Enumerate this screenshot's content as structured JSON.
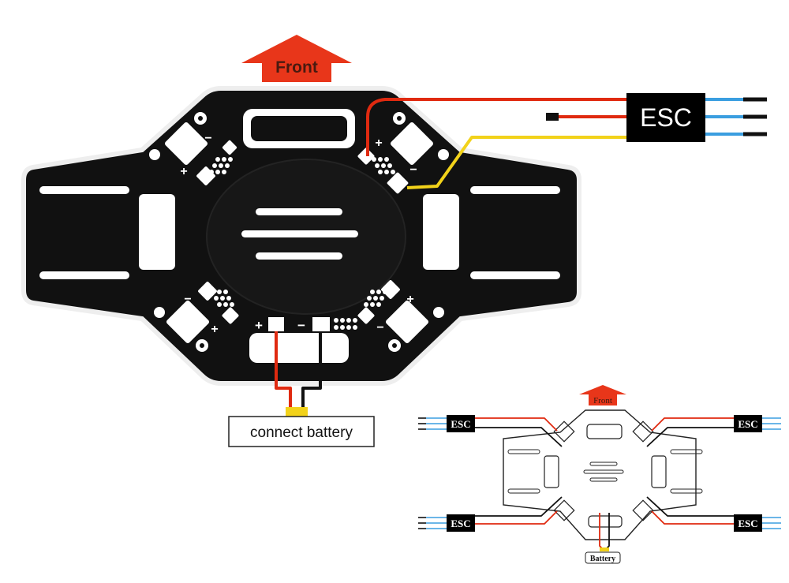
{
  "labels": {
    "front": "Front",
    "esc": "ESC",
    "connect_battery": "connect battery",
    "plus": "+",
    "minus": "−"
  },
  "mini": {
    "front": "Front",
    "esc": "ESC",
    "battery": "Battery"
  },
  "colors": {
    "board": "#111111",
    "board_edge": "#f4f4f4",
    "arrow": "#e8361a",
    "wire_red": "#e02a10",
    "wire_yellow": "#f2d21a",
    "wire_blue": "#3a9ee0",
    "wire_black": "#111111"
  }
}
